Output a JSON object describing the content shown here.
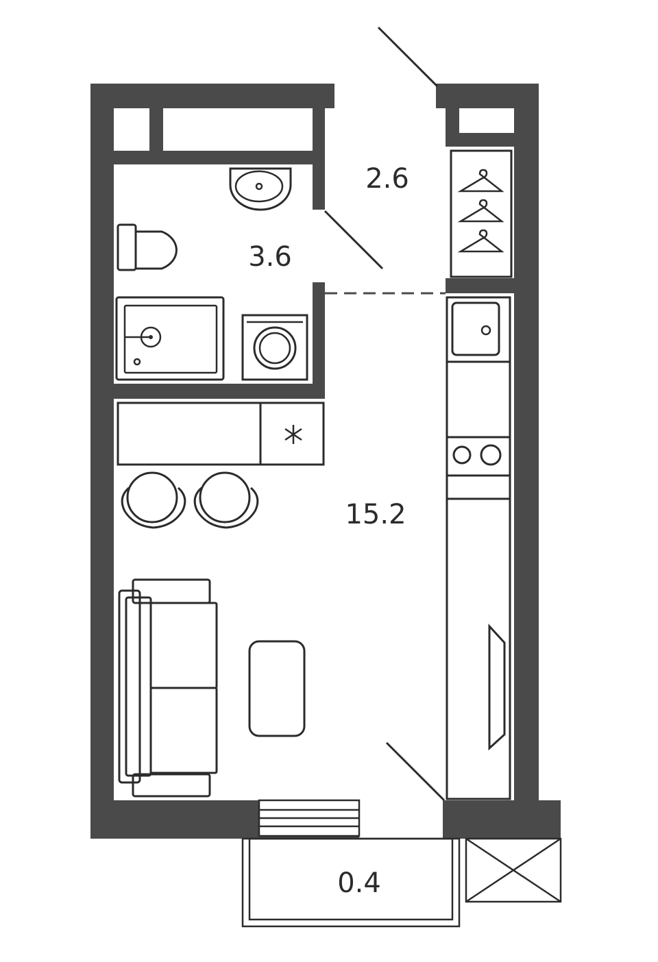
{
  "floor_plan": {
    "rooms": [
      {
        "id": "hallway",
        "area": "2.6"
      },
      {
        "id": "bathroom",
        "area": "3.6"
      },
      {
        "id": "living-kitchen",
        "area": "15.2"
      },
      {
        "id": "balcony",
        "area": "0.4"
      }
    ]
  },
  "colors": {
    "wall": "#4a4a4a",
    "line": "#2b2b2b",
    "background": "#ffffff"
  }
}
